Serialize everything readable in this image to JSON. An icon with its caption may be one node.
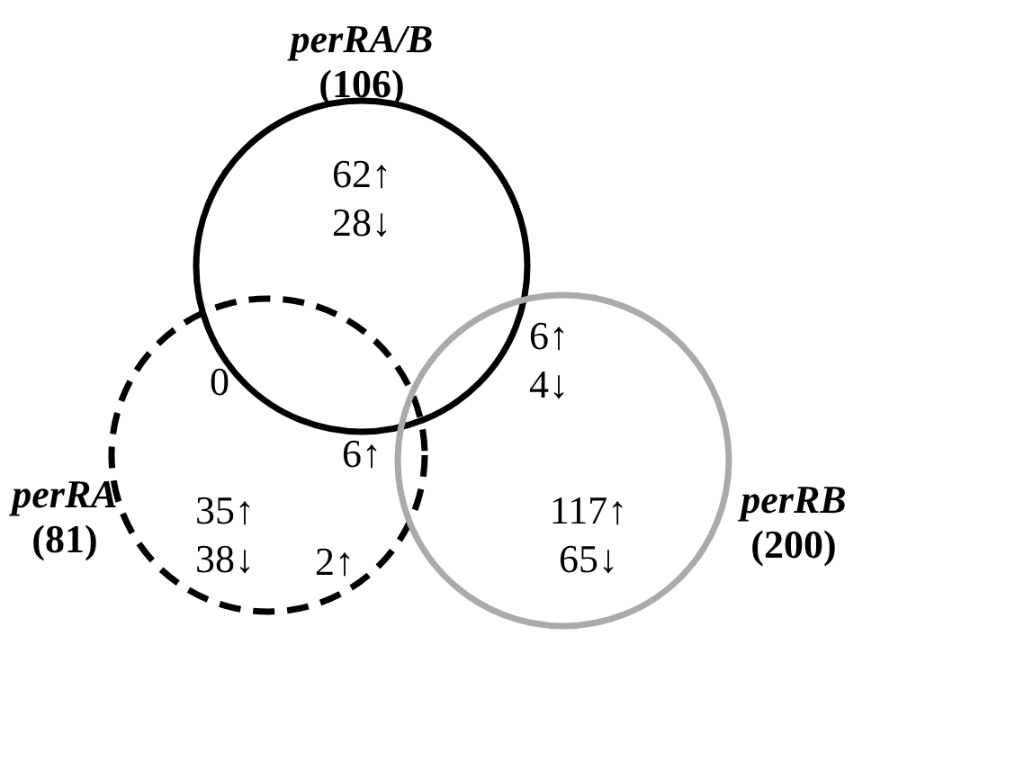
{
  "diagram": {
    "nodes": [
      {
        "text": [
          "perRA/B",
          "(106)"
        ]
      },
      {
        "text": [
          "perRA",
          "(81)"
        ]
      },
      {
        "text": [
          "perRB",
          "(200)"
        ]
      }
    ],
    "edges": [],
    "labels": [
      "62↑ 28↓",
      "0",
      "6↑ 4↓",
      "6↑",
      "35↑ 38↓",
      "117↑ 65↓",
      "2↑"
    ]
  }
}
